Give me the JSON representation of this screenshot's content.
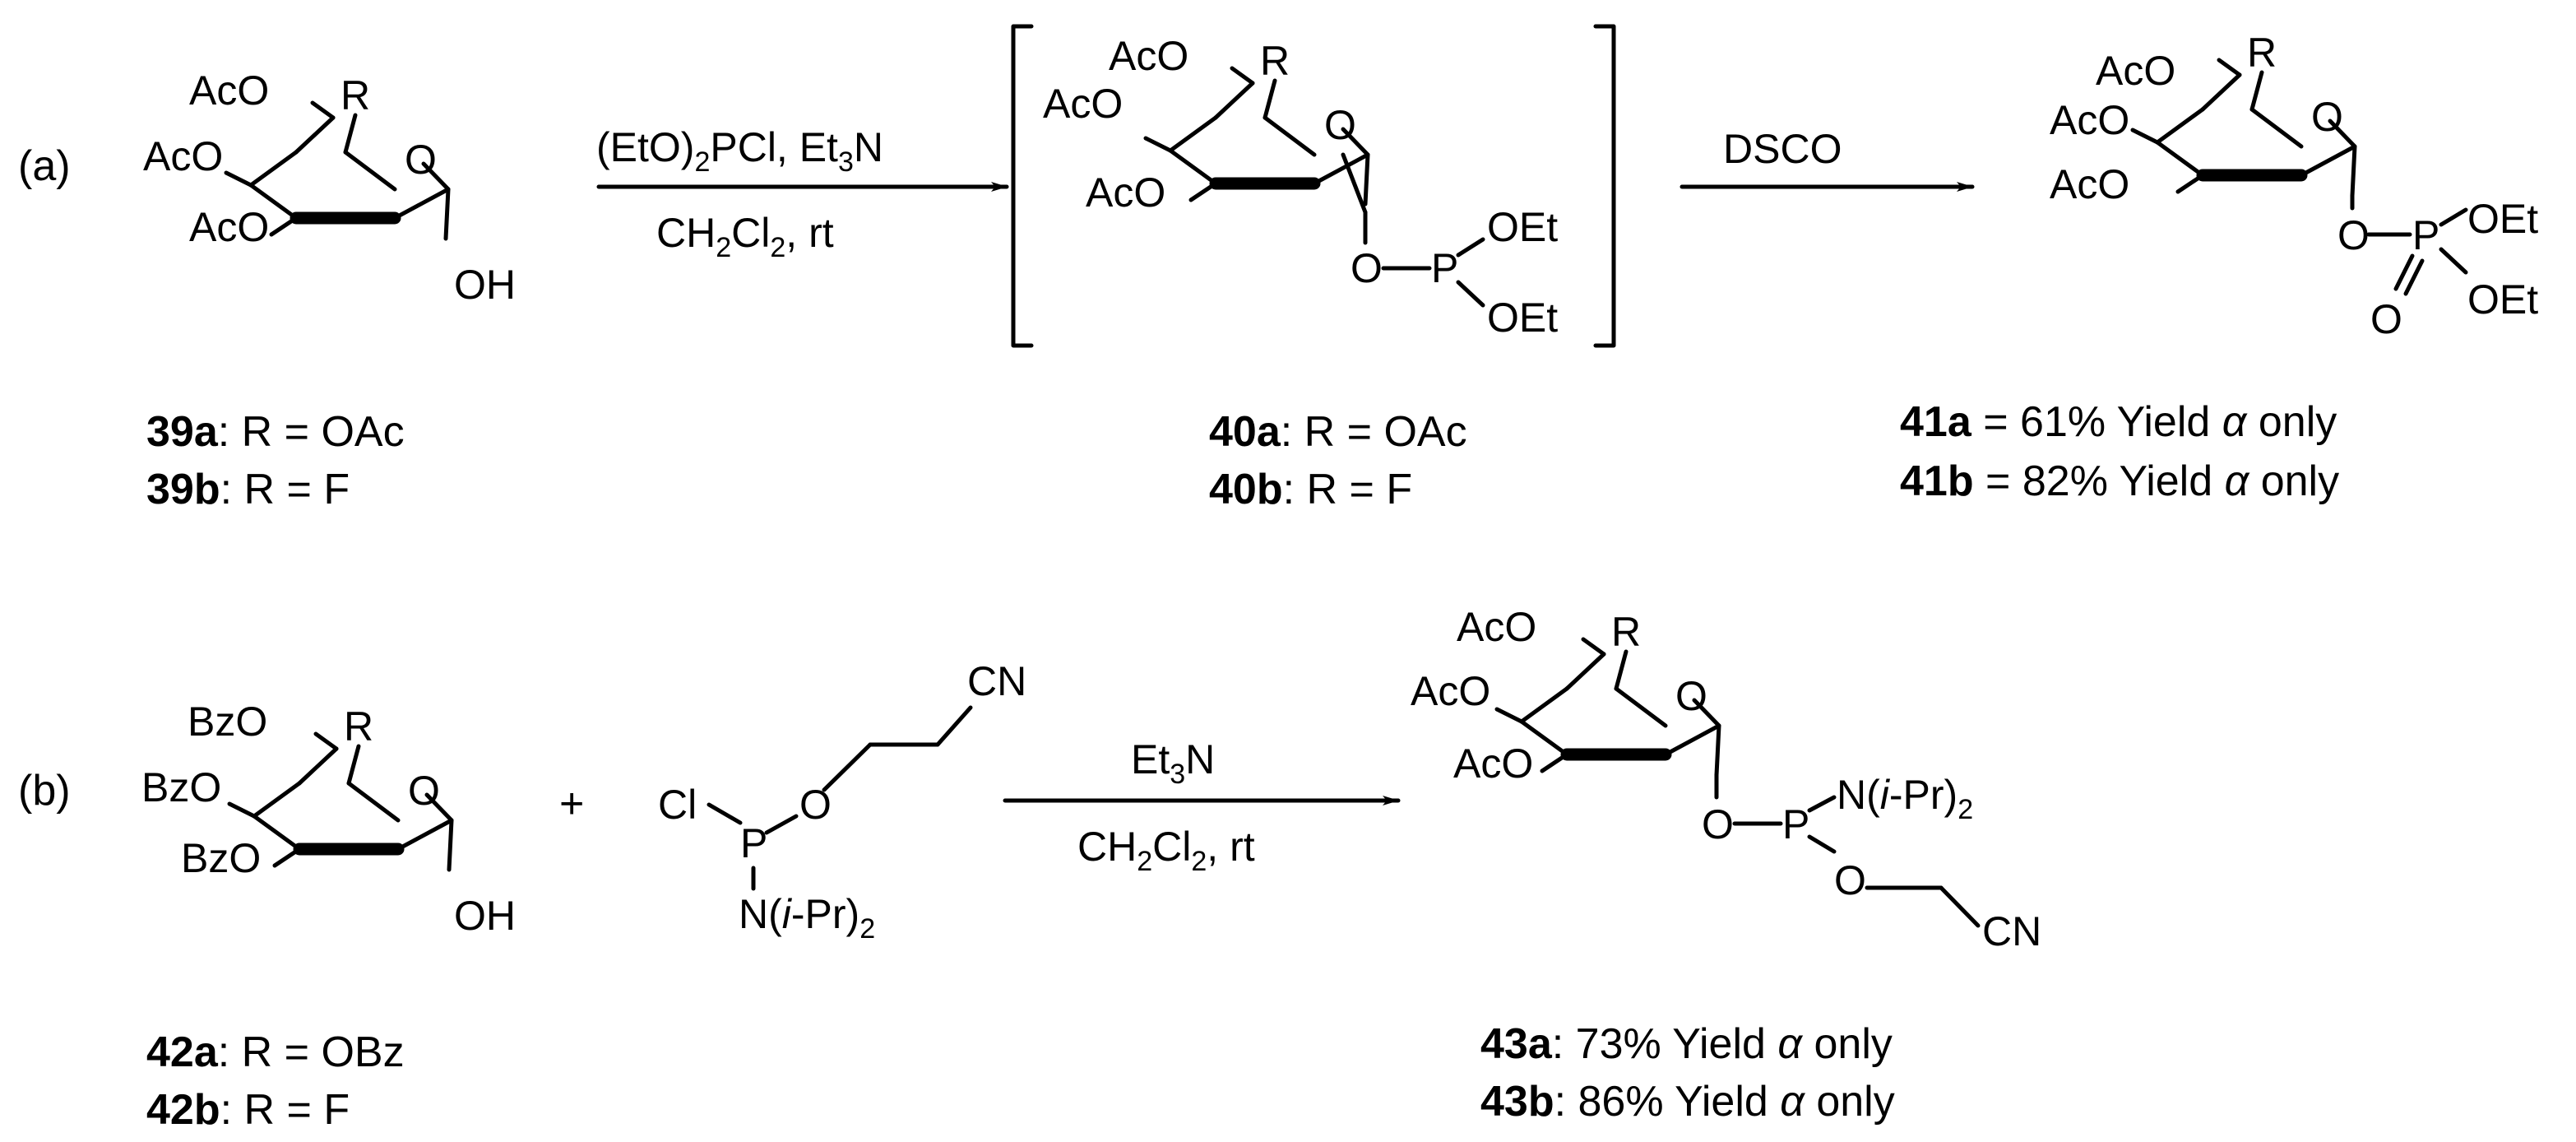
{
  "schemes": [
    {
      "tag": "(a)",
      "start_labels": {
        "l1": "AcO",
        "l2": "AcO",
        "l3": "AcO",
        "oh": "OH"
      },
      "step1": {
        "above": "(EtO)",
        "above_sub": "2",
        "above_rest": "PCl, Et",
        "above_sub2": "3",
        "above_end": "N",
        "below": "CH",
        "below_sub": "2",
        "below_mid": "Cl",
        "below_sub2": "2",
        "below_end": ", rt"
      },
      "intermediate_labels": {
        "l1": "AcO",
        "l2": "AcO",
        "l3": "AcO",
        "o1": "O",
        "p": "P",
        "oet1": "OEt",
        "oet2": "OEt"
      },
      "step2": {
        "above": "DSCO"
      },
      "product_labels": {
        "l1": "AcO",
        "l2": "AcO",
        "l3": "AcO",
        "o1": "O",
        "p": "P",
        "o2": "O",
        "oet1": "OEt",
        "oet2": "OEt"
      },
      "captions": {
        "c39a_id": "39a",
        "c39a": ": R = OAc",
        "c39b_id": "39b",
        "c39b": ": R = F",
        "c40a_id": "40a",
        "c40a": ": R = OAc",
        "c40b_id": "40b",
        "c40b": ": R = F",
        "c41a_id": "41a",
        "c41a": " = 61% Yield ",
        "c41b_id": "41b",
        "c41b": " = 82% Yield ",
        "alpha": "α",
        "only": "only"
      }
    },
    {
      "tag": "(b)",
      "start_labels": {
        "l1": "BzO",
        "l2": "BzO",
        "l3": "BzO",
        "oh": "OH"
      },
      "plus": "+",
      "reagent_labels": {
        "cl": "Cl",
        "p": "P",
        "o": "O",
        "cn": "CN",
        "n": "N(",
        "ipr": "i",
        "pr": "-Pr)",
        "sub": "2"
      },
      "step": {
        "above": "Et",
        "above_sub": "3",
        "above_end": "N",
        "below": "CH",
        "below_sub": "2",
        "below_mid": "Cl",
        "below_sub2": "2",
        "below_end": ", rt"
      },
      "product_labels": {
        "l1": "AcO",
        "l2": "AcO",
        "l3": "AcO",
        "o1": "O",
        "p": "P",
        "n": "N(",
        "ipr": "i",
        "pr": "-Pr)",
        "sub": "2",
        "o2": "O",
        "cn": "CN"
      },
      "captions": {
        "c42a_id": "42a",
        "c42a": ": R = OBz",
        "c42b_id": "42b",
        "c42b": ": R = F",
        "c43a_id": "43a",
        "c43a": ": 73% Yield ",
        "c43b_id": "43b",
        "c43b": ": 86% Yield ",
        "alpha": "α",
        "only": "only"
      }
    }
  ],
  "common": {
    "r": "R",
    "ring_o": "O"
  }
}
